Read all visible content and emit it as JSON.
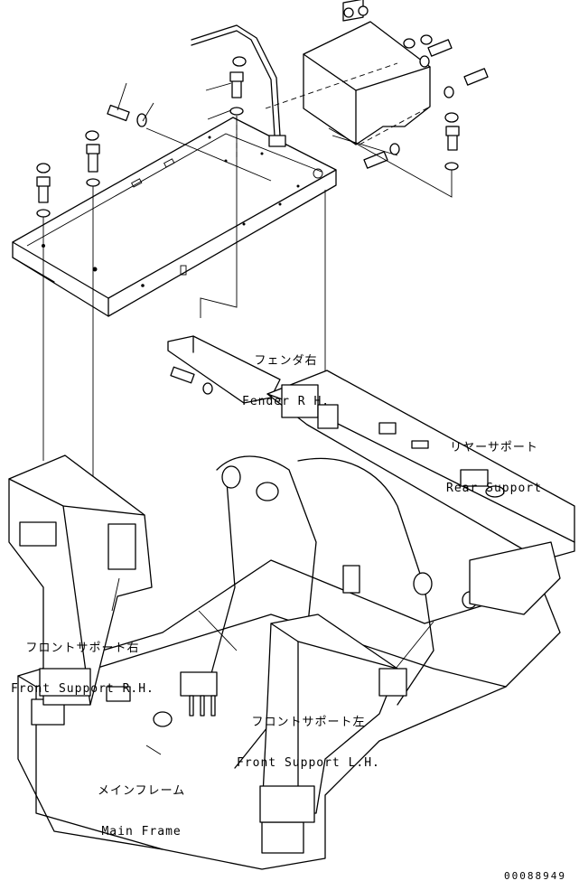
{
  "labels": {
    "fender_rh": {
      "jp": "フェンダ右",
      "en": "Fender R H."
    },
    "rear_support": {
      "jp": "リヤーサポート",
      "en": "Rear Support"
    },
    "front_support_rh": {
      "jp": "フロントサポート右",
      "en": "Front Support R.H."
    },
    "front_support_lh": {
      "jp": "フロントサポート左",
      "en": "Front Support L.H."
    },
    "main_frame": {
      "jp": "メインフレーム",
      "en": "Main Frame"
    }
  },
  "drawing_number": "00088949"
}
